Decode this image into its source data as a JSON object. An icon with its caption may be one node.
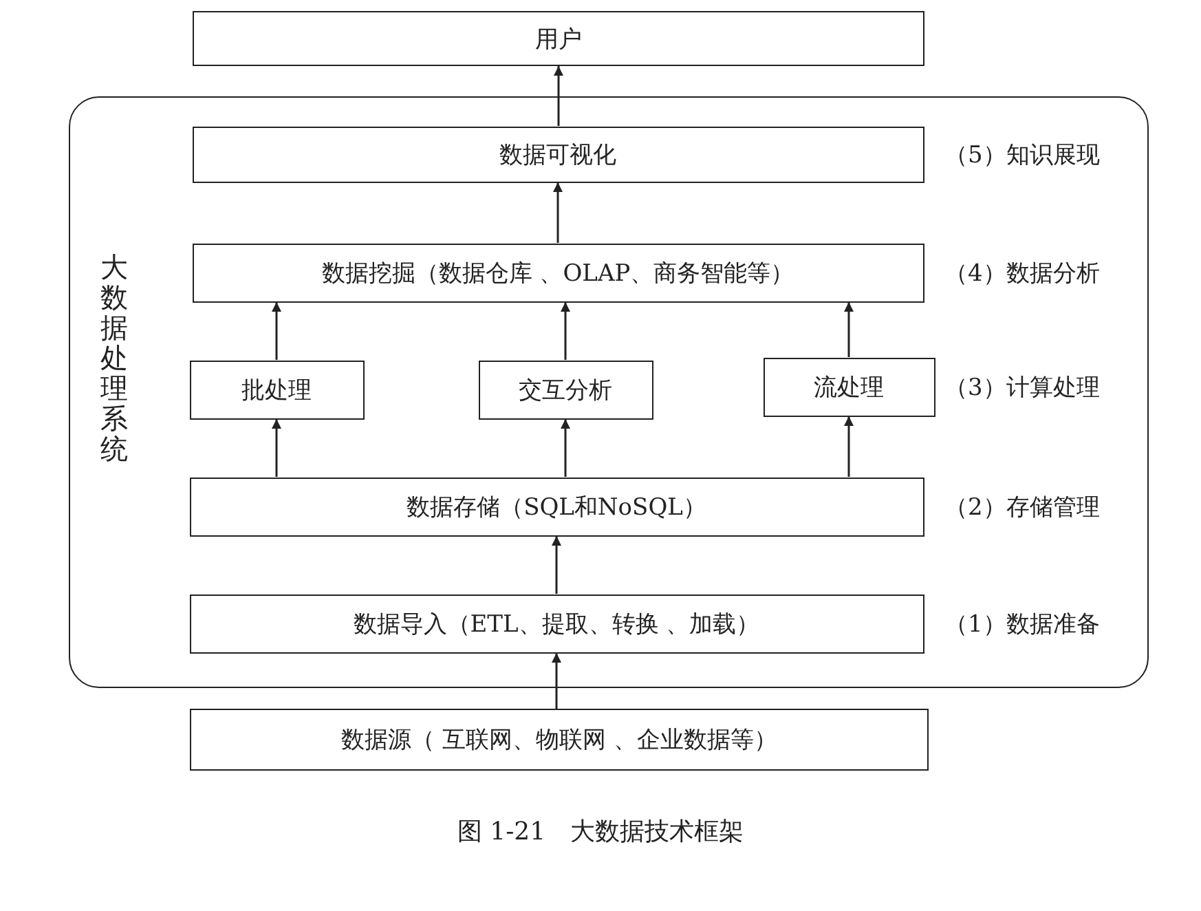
{
  "diagram": {
    "caption": "图 1-21　大数据技术框架",
    "nodes": [
      {
        "text": [
          "用户"
        ]
      },
      {
        "text": [
          "大数据处理系统"
        ]
      },
      {
        "text": [
          "数据可视化"
        ],
        "in": 1,
        "beside": [
          "（5）知识展现"
        ]
      },
      {
        "text": [
          "数据挖掘（数据仓库 、OLAP、商务智能等）"
        ],
        "in": 1,
        "beside": [
          "（4）数据分析"
        ]
      },
      {
        "text": [
          "批处理"
        ],
        "in": 1
      },
      {
        "text": [
          "交互分析"
        ],
        "in": 1
      },
      {
        "text": [
          "流处理"
        ],
        "in": 1,
        "beside": [
          "（3）计算处理"
        ]
      },
      {
        "text": [
          "数据存储（SQL和NoSQL）"
        ],
        "in": 1,
        "beside": [
          "（2）存储管理"
        ]
      },
      {
        "text": [
          "数据导入（ETL、提取、转换 、加载）"
        ],
        "in": 1,
        "beside": [
          "（1）数据准备"
        ]
      },
      {
        "text": [
          "数据源（ 互联网、物联网 、企业数据等）"
        ]
      }
    ],
    "edges": [
      {
        "from": 9,
        "to": 8,
        "arrow": "to"
      },
      {
        "from": 8,
        "to": 7,
        "arrow": "to"
      },
      {
        "from": 7,
        "to": 4,
        "arrow": "to"
      },
      {
        "from": 7,
        "to": 5,
        "arrow": "to"
      },
      {
        "from": 7,
        "to": 6,
        "arrow": "to"
      },
      {
        "from": 4,
        "to": 3,
        "arrow": "to"
      },
      {
        "from": 5,
        "to": 3,
        "arrow": "to"
      },
      {
        "from": 6,
        "to": 3,
        "arrow": "to"
      },
      {
        "from": 3,
        "to": 2,
        "arrow": "to"
      },
      {
        "from": 2,
        "to": 0,
        "arrow": "to"
      }
    ]
  }
}
